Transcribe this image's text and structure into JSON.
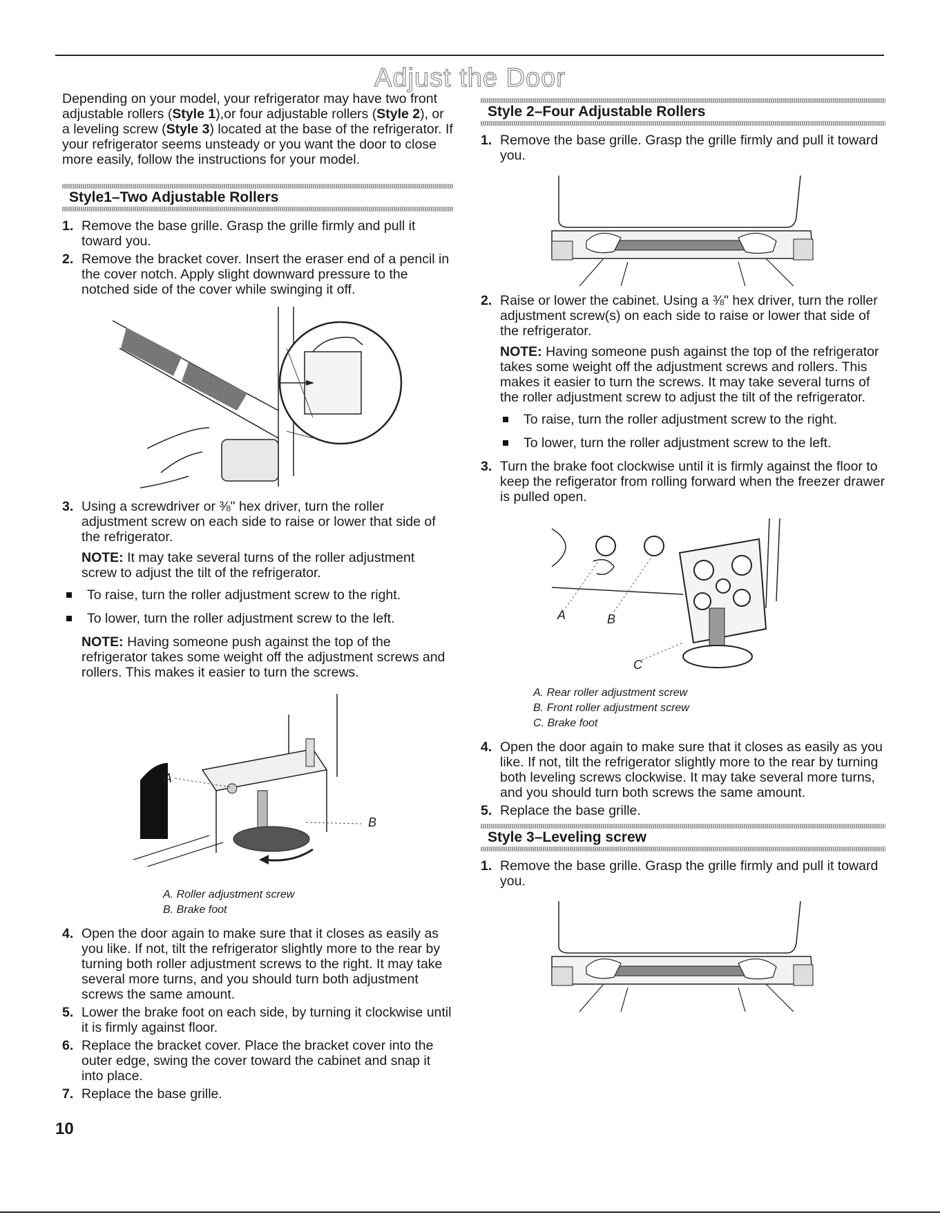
{
  "page": {
    "title": "Adjust the Door",
    "page_number": "10"
  },
  "intro": {
    "p1": "Depending on your model, your refrigerator may have two front adjustable rollers (",
    "s1": "Style 1",
    "p2": "),or four adjustable rollers (",
    "s2": "Style 2",
    "p3": "), or a leveling screw (",
    "s3": "Style 3",
    "p4": ") located at the base of the refrigerator. If your refrigerator seems unsteady or you want the door to close more easily, follow the instructions for your model."
  },
  "style1": {
    "heading": "Style1–Two Adjustable Rollers",
    "step1_num": "1.",
    "step1": "Remove the base grille. Grasp the grille firmly and pull it toward you.",
    "step2_num": "2.",
    "step2": "Remove the bracket cover. Insert the eraser end of a pencil in the cover notch. Apply slight downward pressure to the notched side of the cover while swinging it off.",
    "step3_num": "3.",
    "step3": "Using a screwdriver or ⅜\" hex driver, turn the roller adjustment screw on each side to raise or lower that side of the refrigerator.",
    "note1_label": "NOTE:",
    "note1": " It may take several turns of the roller adjustment screw to adjust the tilt of the refrigerator.",
    "bullet_raise": "To raise, turn the roller adjustment screw to the right.",
    "bullet_lower": "To lower, turn the roller adjustment screw to the left.",
    "note2_label": "NOTE:",
    "note2": " Having someone push against the top of the refrigerator takes some weight off the adjustment screws and rollers. This makes it easier to turn the screws.",
    "fig_label_a": "A",
    "fig_label_b": "B",
    "caption_a": "A. Roller adjustment screw",
    "caption_b": "B. Brake foot",
    "step4_num": "4.",
    "step4": "Open the door again to make sure that it closes as easily as you like. If not, tilt the refrigerator slightly more to the rear by turning both roller adjustment screws to the right. It may take several more turns, and you should turn both adjustment screws the same amount.",
    "step5_num": "5.",
    "step5": "Lower the brake foot on each side, by turning it clockwise until it is firmly against floor.",
    "step6_num": "6.",
    "step6": "Replace the bracket cover. Place the bracket cover into the outer edge, swing the cover toward the cabinet and snap it into place.",
    "step7_num": "7.",
    "step7": "Replace the base grille."
  },
  "style2": {
    "heading": "Style 2–Four Adjustable Rollers",
    "step1_num": "1.",
    "step1": "Remove the base grille. Grasp the grille firmly and pull it toward you.",
    "step2_num": "2.",
    "step2": "Raise or lower the cabinet. Using a ⅜\" hex driver, turn the roller adjustment screw(s) on each side to raise or lower that side of the refrigerator.",
    "note_label": "NOTE:",
    "note": " Having someone push against the top of the refrigerator takes some weight off the adjustment screws and rollers. This makes it easier to turn the screws. It may take several turns of the roller adjustment screw to adjust the tilt of the refrigerator.",
    "bullet_raise": "To raise, turn the roller adjustment screw to the right.",
    "bullet_lower": "To lower, turn the roller adjustment screw to the left.",
    "step3_num": "3.",
    "step3": "Turn the brake foot clockwise until it is firmly against the floor to keep the refigerator from rolling forward when the freezer drawer is pulled open.",
    "fig_label_a": "A",
    "fig_label_b": "B",
    "fig_label_c": "C",
    "caption_a": "A. Rear roller adjustment screw",
    "caption_b": "B. Front roller adjustment screw",
    "caption_c": "C. Brake foot",
    "step4_num": "4.",
    "step4": "Open the door again to make sure that it closes as easily as you like. If not, tilt the refrigerator slightly more to the rear by turning both leveling screws clockwise. It may take several more turns, and you should turn both screws the same amount.",
    "step5_num": "5.",
    "step5": "Replace the base grille."
  },
  "style3": {
    "heading": "Style 3–Leveling screw",
    "step1_num": "1.",
    "step1": "Remove the base grille. Grasp the grille firmly and pull it toward you."
  }
}
